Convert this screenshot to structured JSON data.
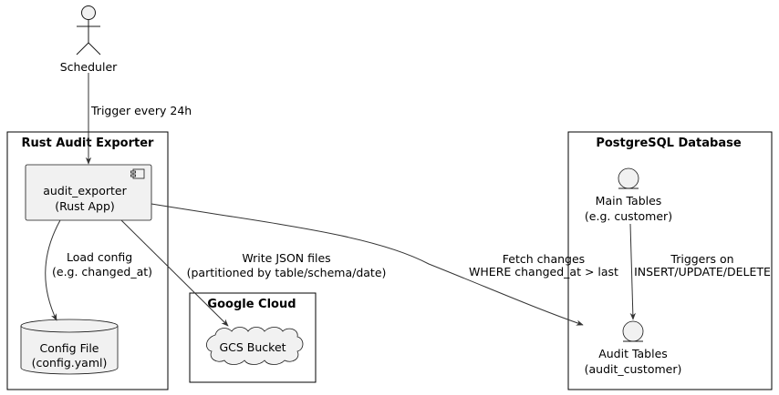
{
  "actor": {
    "label": "Scheduler"
  },
  "groups": {
    "rust": {
      "title": "Rust Audit Exporter"
    },
    "postgres": {
      "title": "PostgreSQL Database"
    },
    "google": {
      "title": "Google Cloud"
    }
  },
  "nodes": {
    "exporter": {
      "line1": "audit_exporter",
      "line2": "(Rust App)"
    },
    "config": {
      "line1": "Config File",
      "line2": "(config.yaml)"
    },
    "gcs": {
      "label": "GCS Bucket"
    },
    "main_tables": {
      "line1": "Main Tables",
      "line2": "(e.g. customer)"
    },
    "audit_tables": {
      "line1": "Audit Tables",
      "line2": "(audit_customer)"
    }
  },
  "edges": {
    "trigger": {
      "label": "Trigger every 24h"
    },
    "load_config": {
      "line1": "Load config",
      "line2": "(e.g. changed_at)"
    },
    "write_json": {
      "line1": "Write JSON files",
      "line2": "(partitioned by table/schema/date)"
    },
    "fetch": {
      "line1": "Fetch changes",
      "line2": "WHERE changed_at > last"
    },
    "triggers_on": {
      "line1": "Triggers on",
      "line2": "INSERT/UPDATE/DELETE"
    }
  }
}
